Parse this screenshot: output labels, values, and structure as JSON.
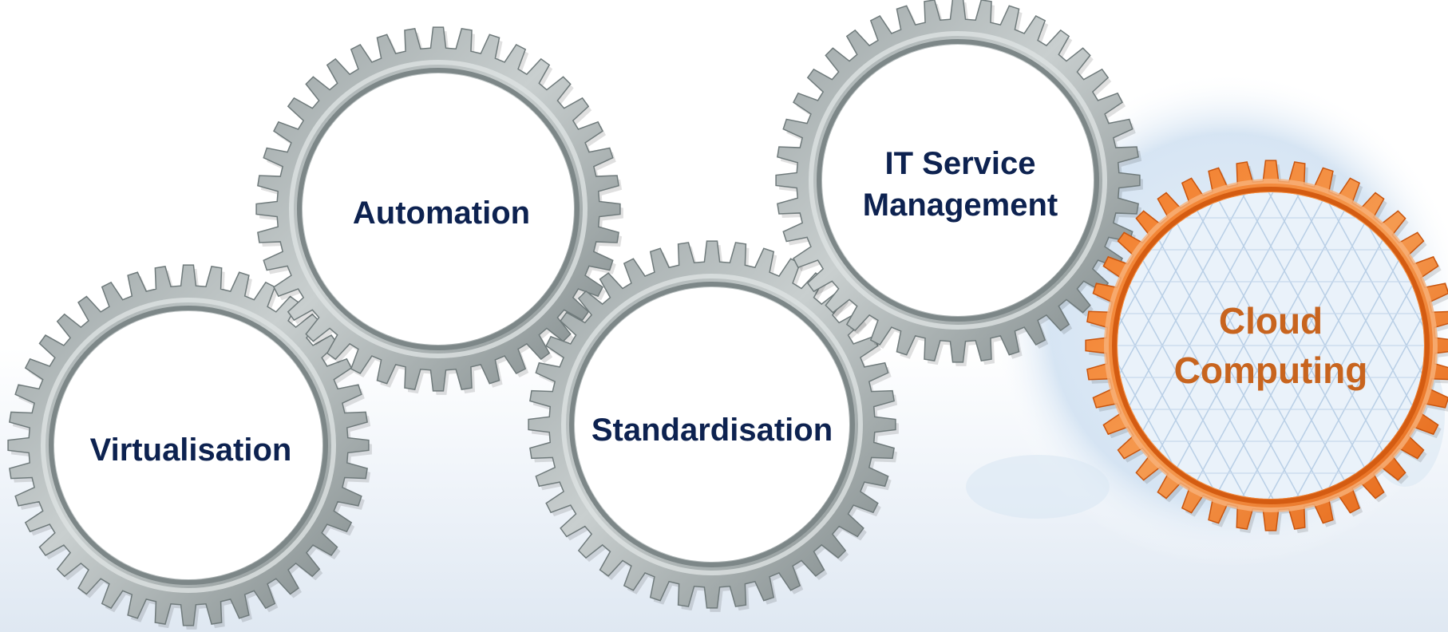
{
  "colors": {
    "gear_gray": "#8e9899",
    "gear_orange": "#ef6f1c",
    "label_navy": "#0d2250",
    "label_orange": "#c8641e"
  },
  "gears": [
    {
      "id": "virtualisation",
      "lines": [
        "Virtualisation"
      ],
      "color": "gray"
    },
    {
      "id": "automation",
      "lines": [
        "Automation"
      ],
      "color": "gray"
    },
    {
      "id": "standardisation",
      "lines": [
        "Standardisation"
      ],
      "color": "gray"
    },
    {
      "id": "it-service-management",
      "lines": [
        "IT Service",
        "Management"
      ],
      "color": "gray"
    },
    {
      "id": "cloud-computing",
      "lines": [
        "Cloud",
        "Computing"
      ],
      "color": "orange"
    }
  ]
}
